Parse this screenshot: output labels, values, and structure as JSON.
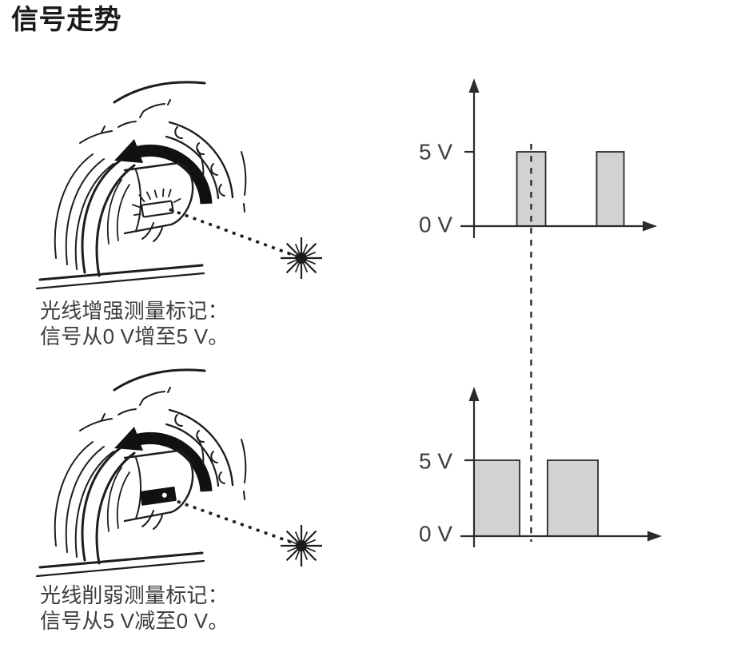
{
  "page": {
    "title": "信号走势",
    "background": "#ffffff"
  },
  "colors": {
    "ink": "#1d1d1b",
    "chart_line": "#2b2b2b",
    "label_gray": "#3d3d3d",
    "pulse_fill": "#d2d2d2",
    "title_black": "#1a1a1a"
  },
  "figures": {
    "bright": {
      "caption_line1": "光线增强测量标记：",
      "caption_line2": "信号从0 V增至5 V。",
      "mark_type": "bright-reflective-mark"
    },
    "dark": {
      "caption_line1": "光线削弱测量标记：",
      "caption_line2": "信号从5 V减至0 V。",
      "mark_type": "dark-absorbing-mark"
    }
  },
  "charts": {
    "top": {
      "y_high": "5 V",
      "y_low": "0 V"
    },
    "bottom": {
      "y_high": "5 V",
      "y_low": "0 V"
    }
  },
  "chart_data": [
    {
      "type": "area",
      "title": "光线增强测量标记：信号从0 V增至5 V",
      "ylabel": "",
      "yticks": [
        "0 V",
        "5 V"
      ],
      "y_levels_v": [
        0,
        5
      ],
      "baseline_v": 0,
      "pulses": [
        {
          "x_start": 0.234,
          "x_end": 0.391,
          "level_v": 5
        },
        {
          "x_start": 0.67,
          "x_end": 0.819,
          "level_v": 5
        }
      ],
      "marker_dashed_x": 0.312,
      "grid": false,
      "legend": "none"
    },
    {
      "type": "area",
      "title": "光线削弱测量标记：信号从5 V减至0 V",
      "ylabel": "",
      "yticks": [
        "0 V",
        "5 V"
      ],
      "y_levels_v": [
        0,
        5
      ],
      "baseline_v": 0,
      "pulses": [
        {
          "x_start": 0.0,
          "x_end": 0.243,
          "level_v": 5
        },
        {
          "x_start": 0.391,
          "x_end": 0.66,
          "level_v": 5
        }
      ],
      "marker_dashed_x": 0.304,
      "grid": false,
      "legend": "none"
    }
  ]
}
